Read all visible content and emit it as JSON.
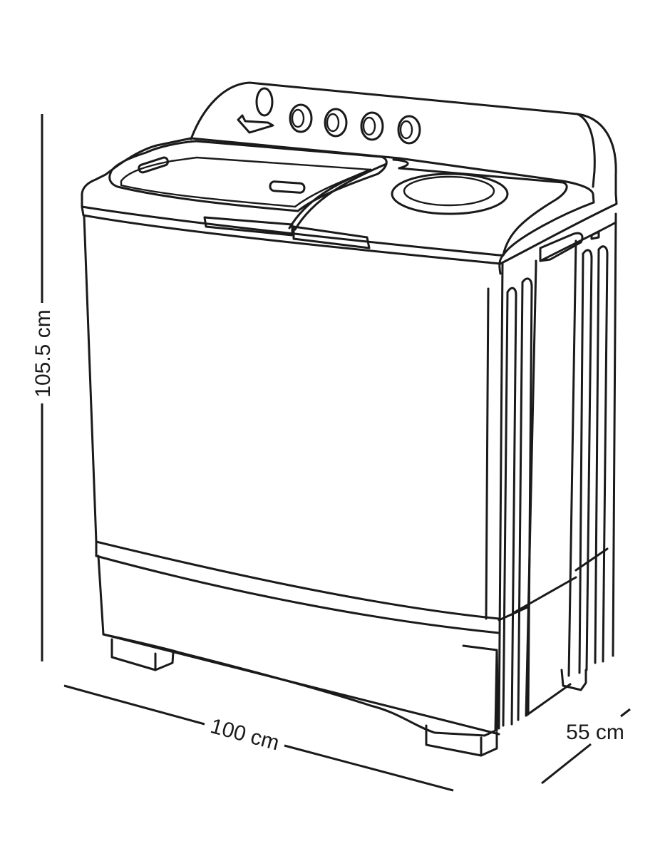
{
  "dimensions": {
    "height": "105.5 cm",
    "width": "100 cm",
    "depth": "55 cm"
  }
}
